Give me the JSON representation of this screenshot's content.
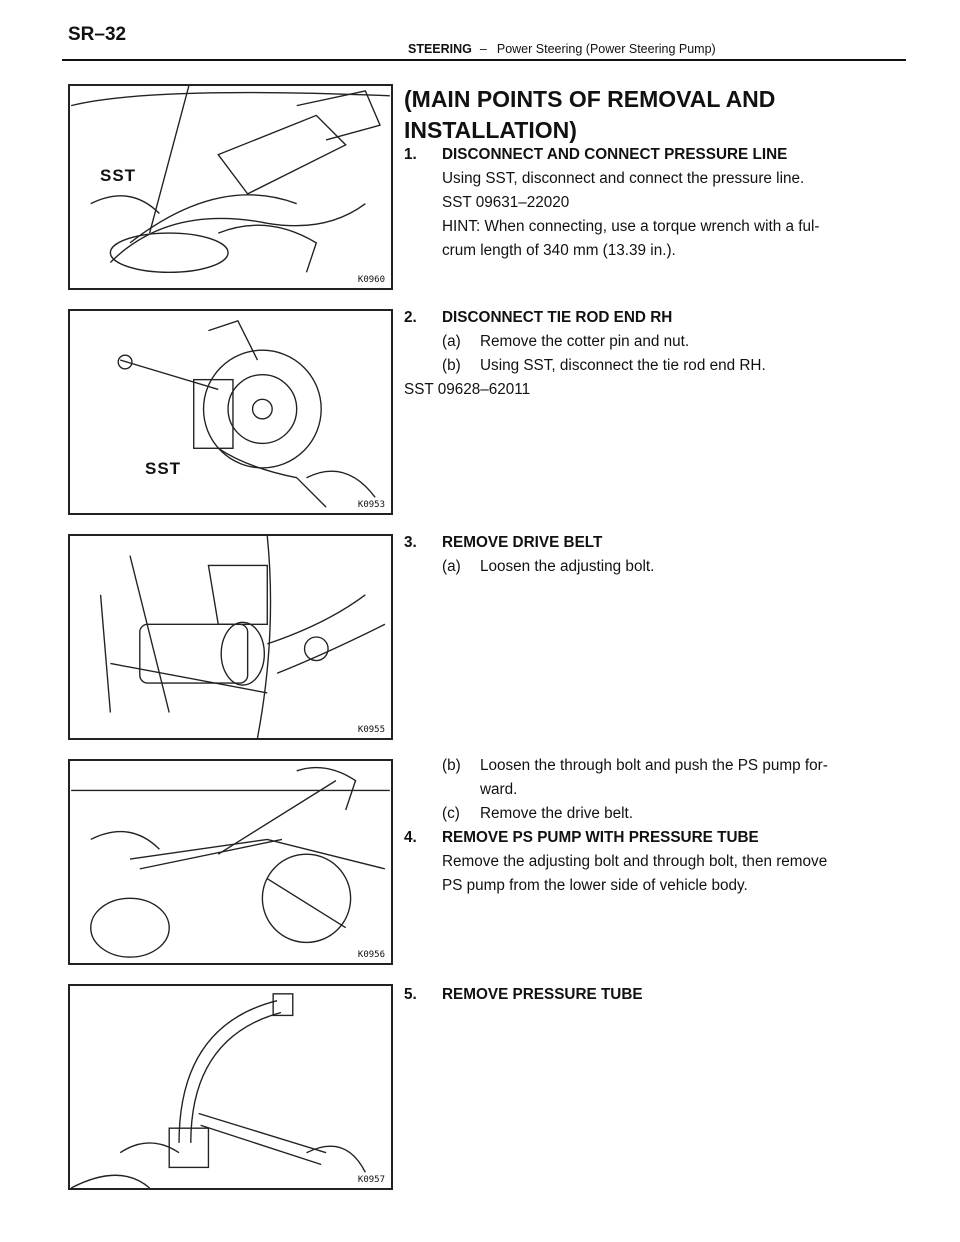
{
  "header": {
    "page_id": "SR–32",
    "section": "STEERING",
    "separator": "–",
    "subsection": "Power Steering (Power Steering Pump)"
  },
  "title": "(MAIN POINTS OF REMOVAL AND INSTALLATION)",
  "figures": [
    {
      "sst_label": "SST",
      "code": "K0960"
    },
    {
      "sst_label": "SST",
      "code": "K0953"
    },
    {
      "code": "K0955"
    },
    {
      "code": "K0956"
    },
    {
      "code": "K0957"
    }
  ],
  "steps": {
    "s1": {
      "num": "1.",
      "heading": "DISCONNECT AND CONNECT PRESSURE LINE",
      "line1": "Using SST, disconnect and connect the pressure line.",
      "line2": "SST  09631–22020",
      "line3": "HINT: When connecting, use a torque wrench with a ful-",
      "line4": "crum length of 340 mm (13.39 in.)."
    },
    "s2": {
      "num": "2.",
      "heading": "DISCONNECT TIE ROD END RH",
      "a_label": "(a)",
      "a_text": "Remove the cotter pin and nut.",
      "b_label": "(b)",
      "b_text": "Using SST, disconnect the tie rod end RH.",
      "sst": "SST  09628–62011"
    },
    "s3": {
      "num": "3.",
      "heading": "REMOVE DRIVE BELT",
      "a_label": "(a)",
      "a_text": "Loosen the adjusting bolt.",
      "b_label": "(b)",
      "b_text1": "Loosen the through bolt and push the PS pump for-",
      "b_text2": "ward.",
      "c_label": "(c)",
      "c_text": "Remove the drive belt."
    },
    "s4": {
      "num": "4.",
      "heading": "REMOVE PS PUMP WITH PRESSURE TUBE",
      "line1": "Remove the adjusting bolt and through bolt, then remove",
      "line2": "PS pump from the lower side of vehicle body."
    },
    "s5": {
      "num": "5.",
      "heading": "REMOVE PRESSURE TUBE"
    }
  }
}
